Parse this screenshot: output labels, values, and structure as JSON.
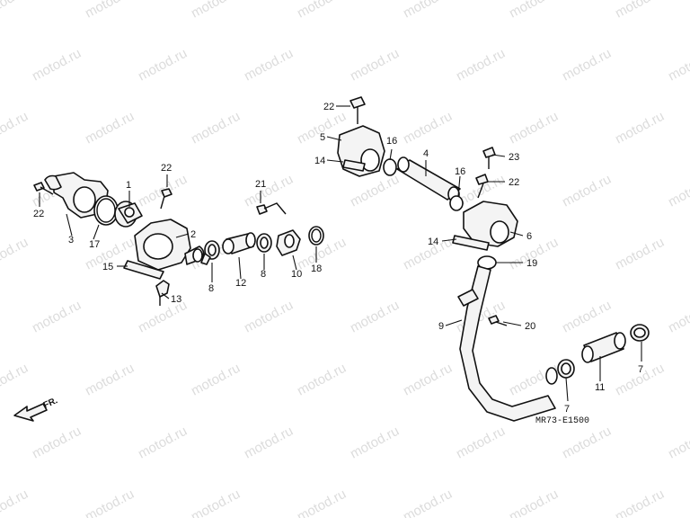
{
  "watermark": "motod.ru",
  "diagram_code": "MR73-E1500",
  "direction_label": "FR.",
  "callouts": {
    "c1": "1",
    "c2": "2",
    "c3": "3",
    "c4": "4",
    "c5": "5",
    "c6": "6",
    "c7a": "7",
    "c7b": "7",
    "c8a": "8",
    "c8b": "8",
    "c9": "9",
    "c10": "10",
    "c11": "11",
    "c12": "12",
    "c13": "13",
    "c14a": "14",
    "c14b": "14",
    "c15": "15",
    "c16a": "16",
    "c16b": "16",
    "c17": "17",
    "c18": "18",
    "c19": "19",
    "c20": "20",
    "c21": "21",
    "c22a": "22",
    "c22b": "22",
    "c22c": "22",
    "c22d": "22",
    "c23": "23"
  }
}
